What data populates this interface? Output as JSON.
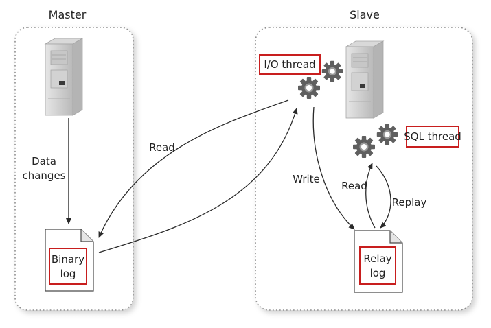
{
  "master": {
    "title": "Master",
    "data_changes_line1": "Data",
    "data_changes_line2": "changes",
    "binary_log_line1": "Binary",
    "binary_log_line2": "log"
  },
  "slave": {
    "title": "Slave",
    "io_thread": "I/O thread",
    "sql_thread": "SQL thread",
    "relay_log_line1": "Relay",
    "relay_log_line2": "log"
  },
  "edges": {
    "read_master": "Read",
    "write": "Write",
    "read_relay": "Read",
    "replay": "Replay"
  },
  "colors": {
    "highlight": "#c81e1e",
    "gear": "#5a5a5a",
    "server_body": "#cfcfcf",
    "border": "#9a9a9a"
  }
}
